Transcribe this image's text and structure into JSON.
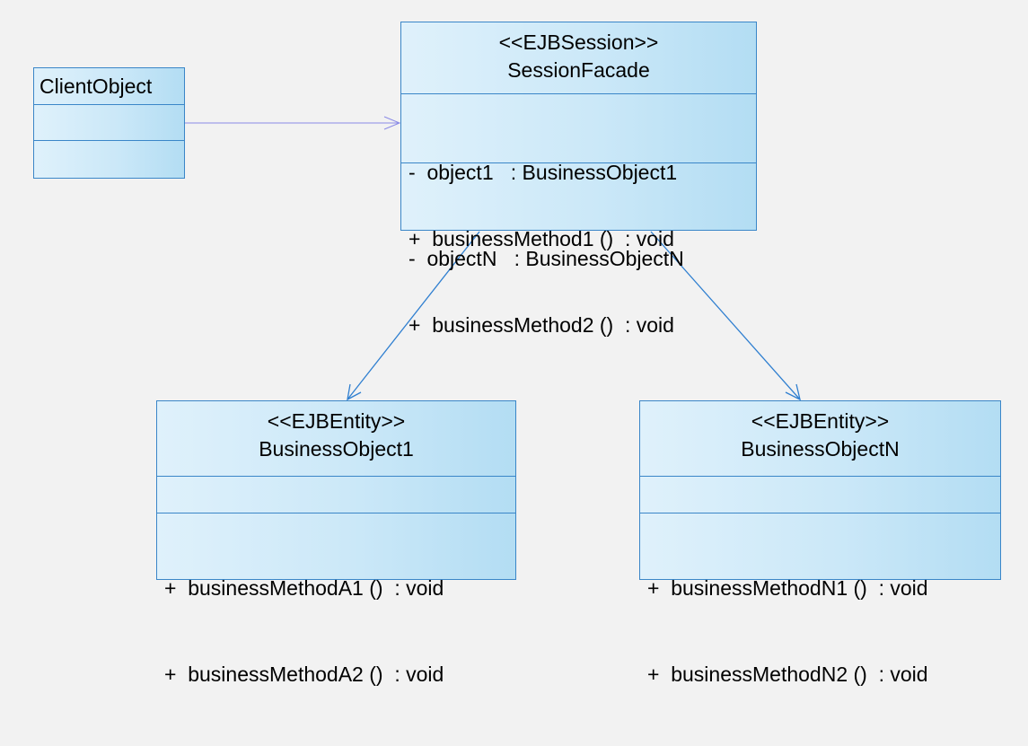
{
  "classes": {
    "client_object": {
      "name": "ClientObject"
    },
    "session_facade": {
      "stereotype": "<<EJBSession>>",
      "name": "SessionFacade",
      "attributes": [
        "-  object1   : BusinessObject1",
        "-  objectN   : BusinessObjectN"
      ],
      "operations": [
        "+  businessMethod1 ()  : void",
        "+  businessMethod2 ()  : void"
      ]
    },
    "business_object_1": {
      "stereotype": "<<EJBEntity>>",
      "name": "BusinessObject1",
      "operations": [
        "+  businessMethodA1 ()  : void",
        "+  businessMethodA2 ()  : void"
      ]
    },
    "business_object_n": {
      "stereotype": "<<EJBEntity>>",
      "name": "BusinessObjectN",
      "operations": [
        "+  businessMethodN1 ()  : void",
        "+  businessMethodN2 ()  : void"
      ]
    }
  },
  "colors": {
    "background": "#f2f2f2",
    "class_border": "#3a86c8",
    "class_fill_light": "#dff1fb",
    "class_fill_dark": "#b3ddf3",
    "dependency_line": "#8a8ae6",
    "association_line": "#2f7fd0"
  }
}
